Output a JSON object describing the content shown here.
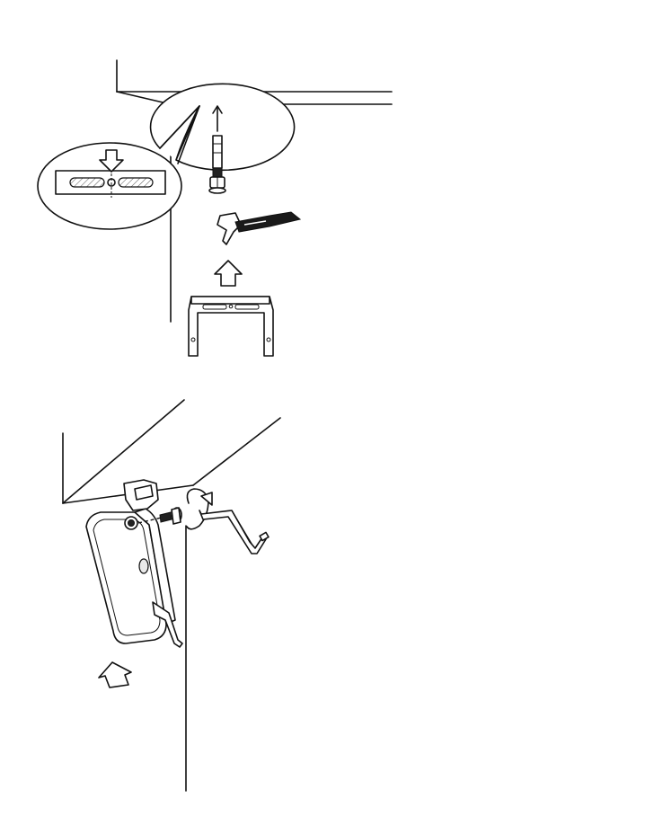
{
  "figure": {
    "steps": [
      {
        "id": "step-1-ceiling-bracket-install"
      },
      {
        "id": "step-2-speaker-attach"
      }
    ],
    "icons": [
      "ceiling",
      "wall",
      "magnifier-callout",
      "bracket-slot-plate",
      "anchor-bolt",
      "hammer-icon",
      "up-arrow-icon",
      "u-bracket",
      "speaker-cabinet",
      "screw",
      "rotate-arrow-icon",
      "hex-key-icon"
    ],
    "colors": {
      "line": "#111111",
      "fill": "#ffffff",
      "hatch": "#555555",
      "grip": "#1a1a1a"
    }
  }
}
